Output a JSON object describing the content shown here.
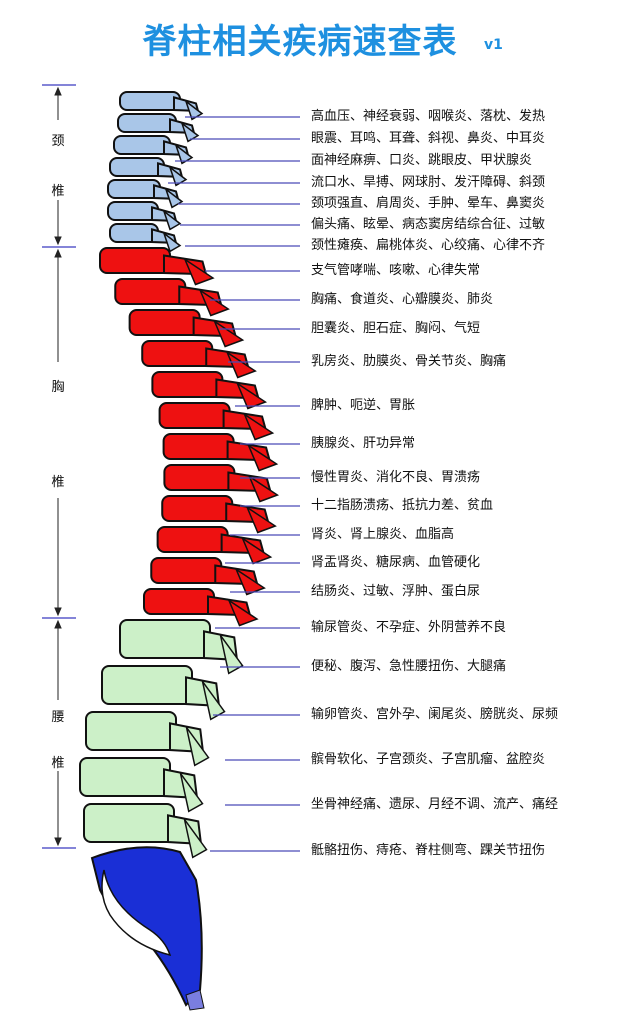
{
  "title": "脊柱相关疾病速查表",
  "version": "v1",
  "colors": {
    "cervical": "#a9c6e8",
    "thoracic": "#ee1111",
    "lumbar": "#ccf0c8",
    "sacral": "#1a2fd6",
    "title": "#1e90e0",
    "connector": "#4b4bb8"
  },
  "regions": {
    "cervical": [
      "颈",
      "椎"
    ],
    "thoracic": [
      "胸",
      "椎"
    ],
    "lumbar": [
      "腰",
      "椎"
    ]
  },
  "labels": [
    "高血压、神经衰弱、咽喉炎、落枕、发热",
    "眼震、耳鸣、耳聋、斜视、鼻炎、中耳炎",
    "面神经麻痹、口炎、跳眼皮、甲状腺炎",
    "流口水、旱搏、网球肘、发汗障碍、斜颈",
    "颈项强直、肩周炎、手肿、晕车、鼻窦炎",
    "偏头痛、眩晕、病态窦房结综合征、过敏",
    "颈性瘫痪、扁桃体炎、心绞痛、心律不齐",
    "支气管哮喘、咳嗽、心律失常",
    "胸痛、食道炎、心瓣膜炎、肺炎",
    "胆囊炎、胆石症、胸闷、气短",
    "乳房炎、肋膜炎、骨关节炎、胸痛",
    "脾肿、呃逆、胃胀",
    "胰腺炎、肝功异常",
    "慢性胃炎、消化不良、胃溃疡",
    "十二指肠溃疡、抵抗力差、贫血",
    "肾炎、肾上腺炎、血脂高",
    "肾盂肾炎、糖尿病、血管硬化",
    "结肠炎、过敏、浮肿、蛋白尿",
    "输尿管炎、不孕症、外阴营养不良",
    "便秘、腹泻、急性腰扭伤、大腿痛",
    "输卵管炎、宫外孕、阑尾炎、膀胱炎、尿频",
    "髌骨软化、子宫颈炎、子宫肌瘤、盆腔炎",
    "坐骨神经痛、遗尿、月经不调、流产、痛经",
    "骶骼扭伤、痔疮、脊柱侧弯、踝关节扭伤"
  ]
}
